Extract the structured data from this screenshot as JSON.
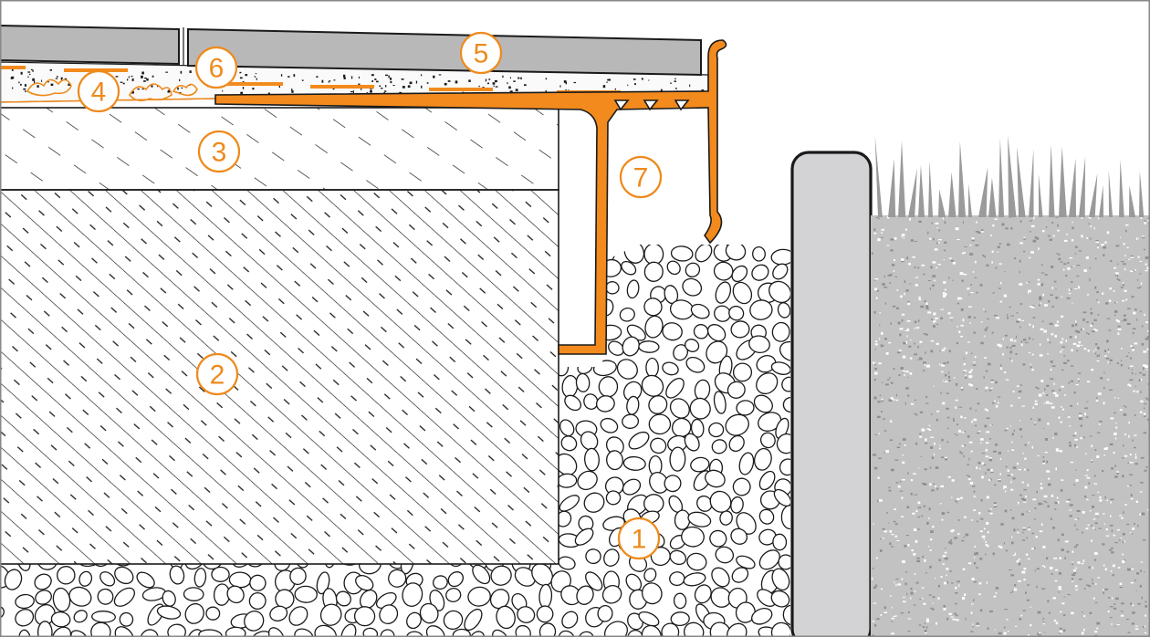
{
  "colors": {
    "accent": "#ee8a1c",
    "profile": "#f28a1e",
    "tile": "#b8b8b8",
    "edge_stone": "#d3d3d5",
    "grass": "#9a9a9a",
    "soil": "#b5b5b5",
    "outline": "#1a1a1a"
  },
  "callouts": [
    {
      "id": "gravel-subbase",
      "label": "1"
    },
    {
      "id": "concrete-base",
      "label": "2"
    },
    {
      "id": "screed-layer",
      "label": "3"
    },
    {
      "id": "drainage-mat",
      "label": "4"
    },
    {
      "id": "floor-tile",
      "label": "5"
    },
    {
      "id": "tile-adhesive",
      "label": "6"
    },
    {
      "id": "edge-profile",
      "label": "7"
    }
  ]
}
